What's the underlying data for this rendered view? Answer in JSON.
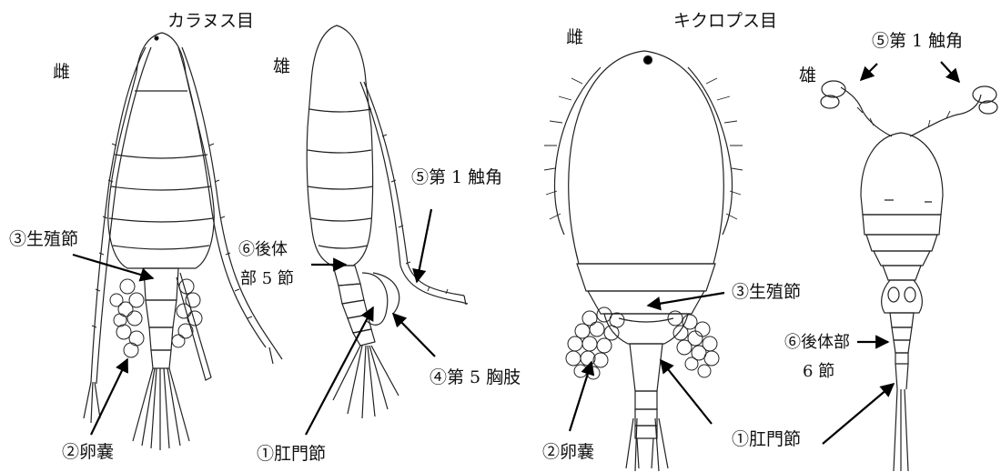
{
  "left_panel": {
    "title": "カラヌス目",
    "female": "雌",
    "male": "雄",
    "genital_segment": "③生殖節",
    "egg_sac": "②卵嚢",
    "urosome_line1": "⑥後体",
    "urosome_line2": "部 5 節",
    "first_antenna": "⑤第 1 触角",
    "fifth_leg": "④第 5 胸肢",
    "anal_segment": "①肛門節"
  },
  "right_panel": {
    "title": "キクロプス目",
    "female": "雌",
    "male": "雄",
    "first_antenna": "⑤第 1 触角",
    "genital_segment": "③生殖節",
    "urosome_line1": "⑥後体部",
    "urosome_line2": "6 節",
    "egg_sac": "②卵嚢",
    "anal_segment": "①肛門節"
  },
  "icons": [
    "calanoid-female-drawing",
    "calanoid-male-drawing",
    "cyclopoid-female-drawing",
    "cyclopoid-male-drawing",
    "arrow-icon"
  ]
}
